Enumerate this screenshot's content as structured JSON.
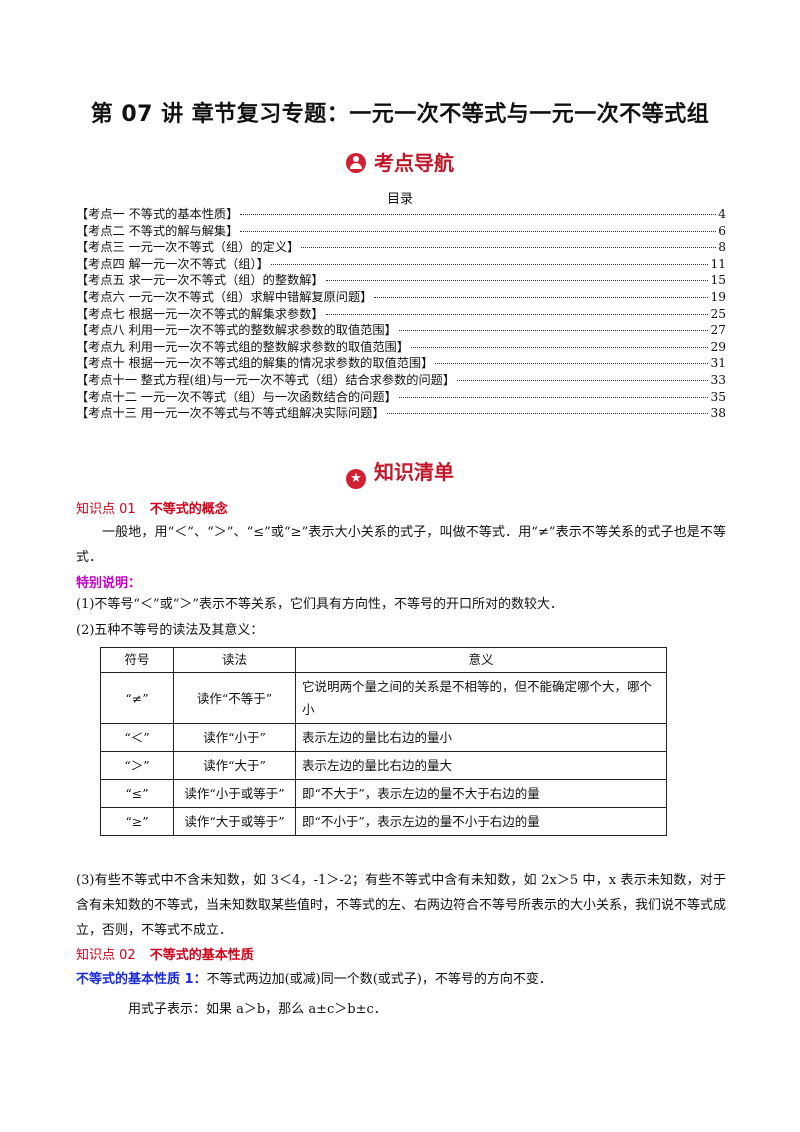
{
  "title": "第 07 讲 章节复习专题：一元一次不等式与一元一次不等式组",
  "nav_heading": "考点导航",
  "toc_caption": "目录",
  "toc": [
    {
      "label": "【考点一  不等式的基本性质】",
      "page": "4"
    },
    {
      "label": "【考点二  不等式的解与解集】",
      "page": "6"
    },
    {
      "label": "【考点三  一元一次不等式（组）的定义】",
      "page": "8"
    },
    {
      "label": "【考点四  解一元一次不等式（组）】",
      "page": "11"
    },
    {
      "label": "【考点五  求一元一次不等式（组）的整数解】",
      "page": "15"
    },
    {
      "label": "【考点六  一元一次不等式（组）求解中错解复原问题】",
      "page": "19"
    },
    {
      "label": "【考点七  根据一元一次不等式的解集求参数】",
      "page": "25"
    },
    {
      "label": "【考点八  利用一元一次不等式的整数解求参数的取值范围】",
      "page": "27"
    },
    {
      "label": "【考点九  利用一元一次不等式组的整数解求参数的取值范围】",
      "page": "29"
    },
    {
      "label": "【考点十  根据一元一次不等式组的解集的情况求参数的取值范围】",
      "page": "31"
    },
    {
      "label": "【考点十一  整式方程(组)与一元一次不等式（组）结合求参数的问题】",
      "page": "33"
    },
    {
      "label": "【考点十二  一元一次不等式（组）与一次函数结合的问题】",
      "page": "35"
    },
    {
      "label": "【考点十三  用一元一次不等式与不等式组解决实际问题】",
      "page": "38"
    }
  ],
  "knowledge_heading": "知识清单",
  "kp1": {
    "num": "知识点 01",
    "title": "不等式的概念"
  },
  "kp1_text": "一般地，用“＜”、“＞”、“≤”或“≥”表示大小关系的式子，叫做不等式．用“≠”表示不等关系的式子也是不等式．",
  "special_label": "特别说明：",
  "note1": "(1)不等号“＜”或“＞”表示不等关系，它们具有方向性，不等号的开口所对的数较大．",
  "note2": "(2)五种不等号的读法及其意义：",
  "table": {
    "headers": [
      "符号",
      "读法",
      "意义"
    ],
    "rows": [
      {
        "sym": "“≠”",
        "read": "读作“不等于”",
        "mean": "它说明两个量之间的关系是不相等的，但不能确定哪个大，哪个小"
      },
      {
        "sym": "“＜”",
        "read": "读作“小于”",
        "mean": "表示左边的量比右边的量小"
      },
      {
        "sym": "“＞”",
        "read": "读作“大于”",
        "mean": "表示左边的量比右边的量大"
      },
      {
        "sym": "“≤”",
        "read": "读作“小于或等于”",
        "mean": "即“不大于”，表示左边的量不大于右边的量"
      },
      {
        "sym": "“≥”",
        "read": "读作“大于或等于”",
        "mean": "即“不小于”，表示左边的量不小于右边的量"
      }
    ]
  },
  "note3": "(3)有些不等式中不含未知数，如 3＜4，-1＞-2；有些不等式中含有未知数，如 2x＞5 中，x 表示未知数，对于含有未知数的不等式，当未知数取某些值时，不等式的左、右两边符合不等号所表示的大小关系，我们说不等式成立，否则，不等式不成立．",
  "kp2": {
    "num": "知识点 02",
    "title": "不等式的基本性质"
  },
  "prop1_label": "不等式的基本性质 1：",
  "prop1_text": "不等式两边加(或减)同一个数(或式子)，不等号的方向不变．",
  "formula": "用式子表示：如果 a＞b，那么 a±c＞b±c．"
}
